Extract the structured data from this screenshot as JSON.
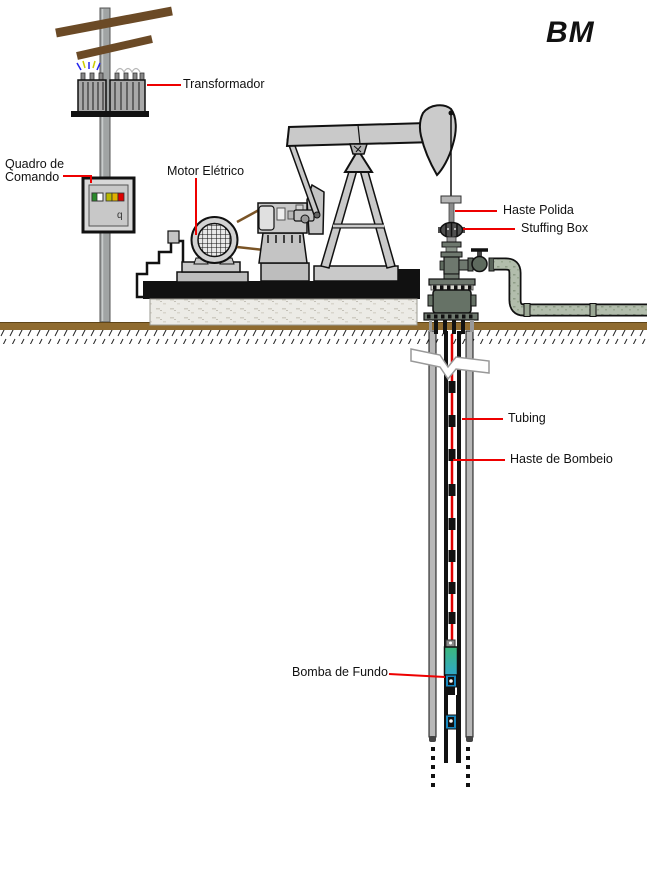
{
  "title": {
    "text": "BM"
  },
  "labels": {
    "transformador": "Transformador",
    "quadro_comando": "Quadro de Comando",
    "motor_eletrico": "Motor Elétrico",
    "haste_polida": "Haste Polida",
    "stuffing_box": "Stuffing Box",
    "tubing": "Tubing",
    "haste_bombeio": "Haste de Bombeio",
    "bomba_fundo": "Bomba de Fundo"
  },
  "control_panel": {
    "mark": "q",
    "lamp_color": "#2a8a2a",
    "indicator_colors": [
      "#b9b900",
      "#e0b000",
      "#dd0000"
    ]
  },
  "colors": {
    "leader_line": "#ee0000",
    "rod_red": "#e00000",
    "ground_brown": "#8f6b30",
    "crossarm_brown": "#6b4a26",
    "metal_light": "#c9c9c9",
    "fitting_dark": "#667266",
    "pipe_green": "#b2bdac",
    "pump_top": "#3cb87c",
    "pump_bottom": "#2fa8c8",
    "valve_blue": "#1888c0"
  }
}
